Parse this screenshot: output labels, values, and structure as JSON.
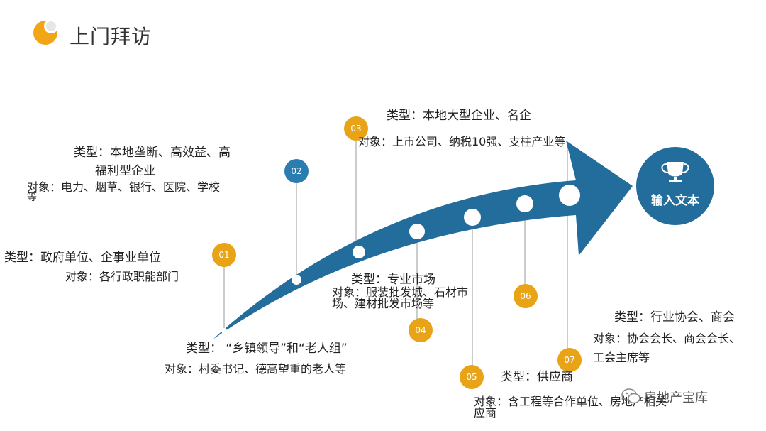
{
  "page": {
    "title": "上门拜访"
  },
  "colors": {
    "accent_gold": "#e8a317",
    "accent_blue": "#2a7db0",
    "text": "#222222"
  },
  "trophy": {
    "label": "输入文本",
    "icon": "trophy-icon"
  },
  "items": [
    {
      "num": "01",
      "type": "类型：政府单位、企事业单位",
      "target": "对象：各行政职能部门"
    },
    {
      "num": "02",
      "type": "类型：本地垄断、高效益、高",
      "type2": "福利型企业",
      "target": "对象：电力、烟草、银行、医院、学校",
      "target2": "等"
    },
    {
      "num": "03",
      "type": "类型：本地大型企业、名企",
      "target": "对象：上市公司、纳税10强、支柱产业等"
    },
    {
      "num": "04",
      "type": "类型：专业市场",
      "target": "对象：服装批发城、石材市",
      "target2": "场、建材批发市场等"
    },
    {
      "num": "05",
      "type": "类型：供应商",
      "target": "对象：含工程等合作单位、房地产相关",
      "target2": "应商"
    },
    {
      "num": "06"
    },
    {
      "num": "07",
      "type": "类型：行业协会、商会",
      "target": "对象：协会会长、商会会长、",
      "target2": "工会主席等"
    },
    {
      "num": "",
      "type": "类型：  “乡镇领导”和“老人组”",
      "target": "对象：村委书记、德高望重的老人等"
    }
  ],
  "watermark": "房地产宝库"
}
